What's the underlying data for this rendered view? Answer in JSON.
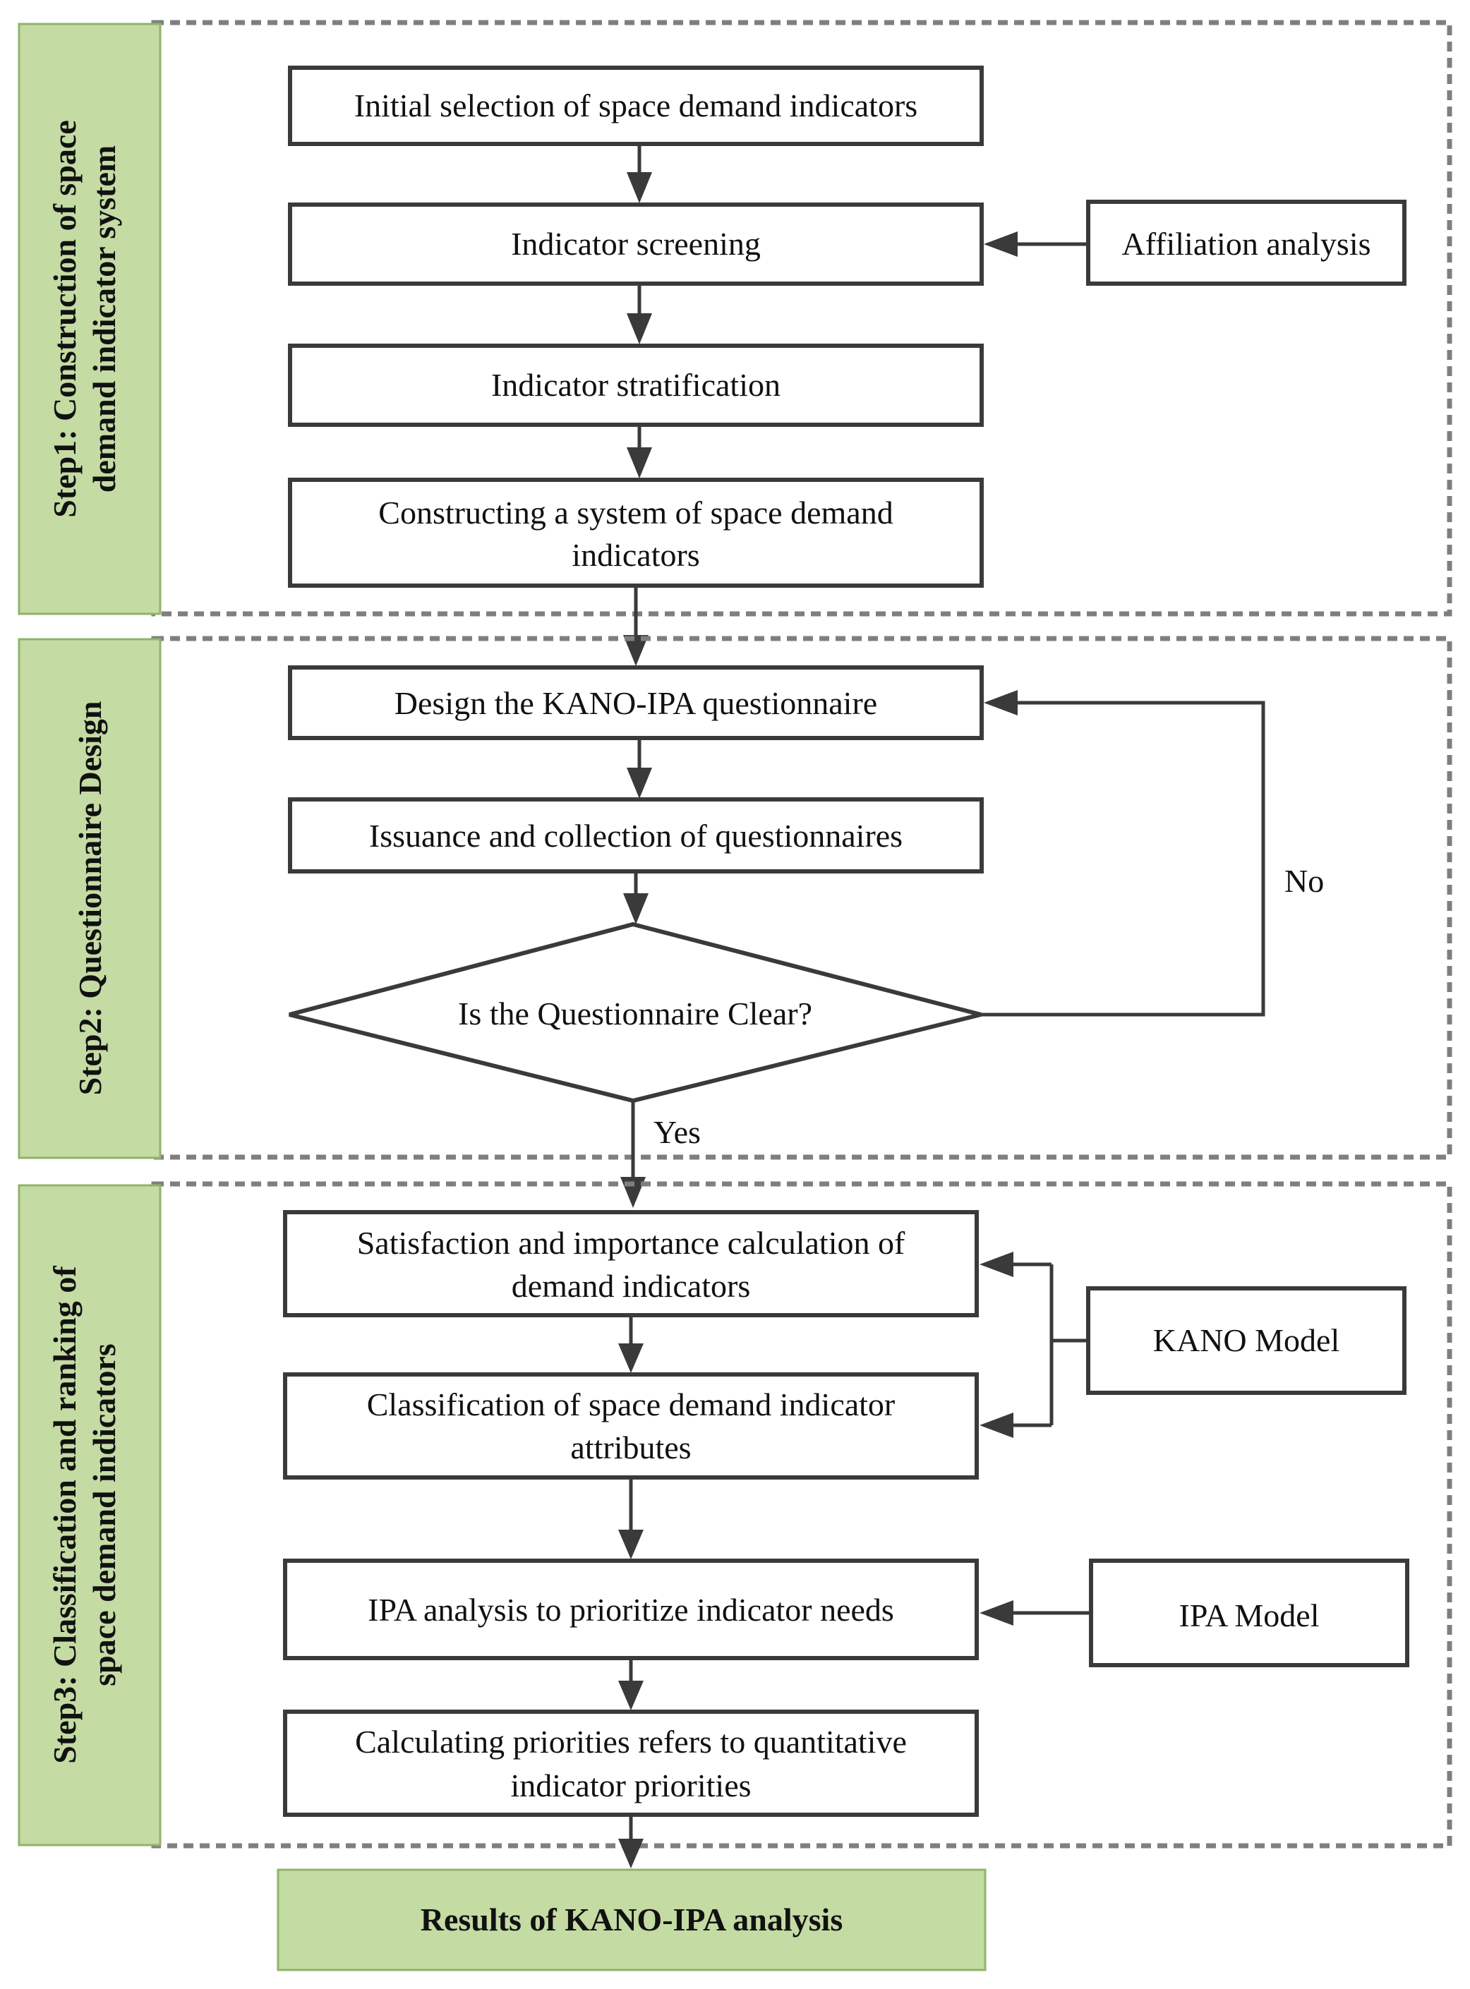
{
  "step1": {
    "title_line1": "Step1: Construction of space",
    "title_line2": "demand indicator system",
    "initial_selection": "Initial selection of space demand indicators",
    "screening": "Indicator screening",
    "affiliation": "Affiliation analysis",
    "stratification": "Indicator stratification",
    "constructing_line1": "Constructing a system of space demand",
    "constructing_line2": "indicators"
  },
  "step2": {
    "title": "Step2: Questionnaire Design",
    "design": "Design the KANO-IPA questionnaire",
    "issuance": "Issuance and collection of questionnaires",
    "decision": "Is the Questionnaire Clear?",
    "no_label": "No",
    "yes_label": "Yes"
  },
  "step3": {
    "title_line1": "Step3: Classification and ranking of",
    "title_line2": "space demand indicators",
    "satisfaction_line1": "Satisfaction and importance calculation of",
    "satisfaction_line2": "demand indicators",
    "kano": "KANO Model",
    "classification_line1": "Classification of space demand indicator",
    "classification_line2": "attributes",
    "ipa_analysis": "IPA analysis to prioritize indicator needs",
    "ipa_model": "IPA Model",
    "calculating_line1": "Calculating priorities refers to quantitative",
    "calculating_line2": "indicator priorities"
  },
  "result": "Results of KANO-IPA analysis",
  "colors": {
    "panel_fill": "#c4dba4",
    "panel_border": "#90b36a",
    "box_border": "#3a3a3a",
    "dashed_border": "#7f7f7f"
  }
}
